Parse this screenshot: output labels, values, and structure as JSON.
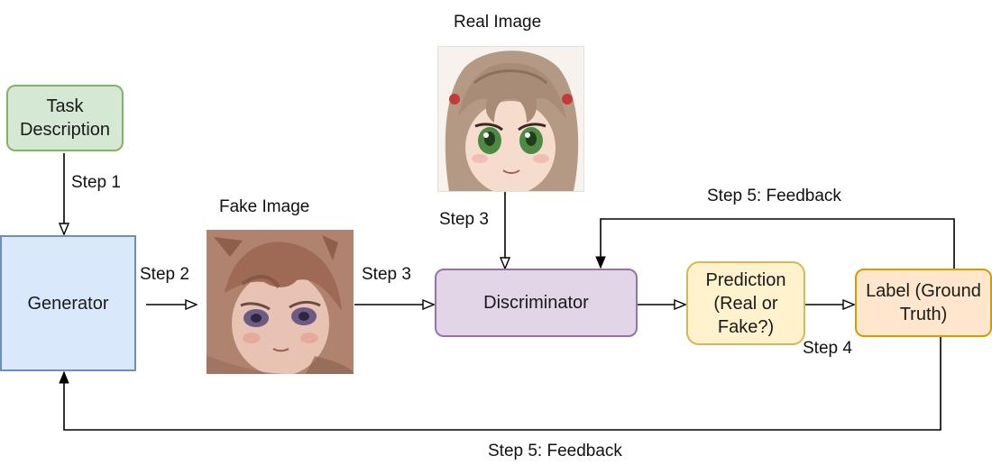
{
  "nodes": {
    "task": {
      "label_line1": "Task",
      "label_line2": "Description"
    },
    "generator": {
      "label": "Generator"
    },
    "discriminator": {
      "label": "Discriminator"
    },
    "prediction": {
      "line1": "Prediction",
      "line2": "(Real or",
      "line3": "Fake?)"
    },
    "label": {
      "line1": "Label (Ground",
      "line2": "Truth)"
    }
  },
  "images": {
    "real": {
      "caption": "Real Image"
    },
    "fake": {
      "caption": "Fake Image"
    }
  },
  "edges": {
    "step1": "Step 1",
    "step2": "Step 2",
    "step3_fake": "Step 3",
    "step3_real": "Step 3",
    "step4": "Step 4",
    "step5_top": "Step 5: Feedback",
    "step5_bottom": "Step 5: Feedback"
  },
  "colors": {
    "task_fill": "#d5e8d4",
    "task_border": "#82b366",
    "generator_fill": "#dae8fc",
    "generator_border": "#6c8ebf",
    "discriminator_fill": "#e1d5e7",
    "discriminator_border": "#9673a6",
    "prediction_fill": "#fff2cc",
    "prediction_border": "#d6b656",
    "label_fill": "#ffe6cc",
    "label_border": "#d79b00"
  }
}
